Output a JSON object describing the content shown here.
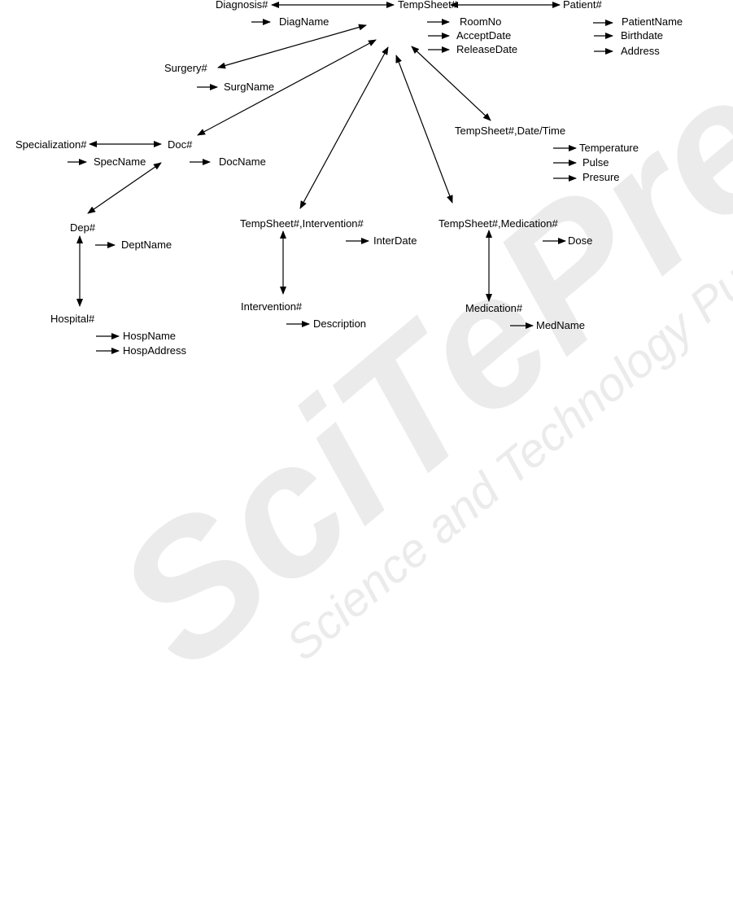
{
  "watermark": {
    "brand": "SciTePress",
    "subtitle": "Science and Technology Publications"
  },
  "entities": {
    "diagnosis": "Diagnosis#",
    "tempsheet": "TempSheet#",
    "patient": "Patient#",
    "surgery": "Surgery#",
    "specialization": "Specialization#",
    "doc": "Doc#",
    "dep": "Dep#",
    "hospital": "Hospital#",
    "tempsheet_datetime": "TempSheet#,Date/Time",
    "tempsheet_intervention": "TempSheet#,Intervention#",
    "tempsheet_medication": "TempSheet#,Medication#",
    "intervention": "Intervention#",
    "medication": "Medication#"
  },
  "attributes": {
    "diagname": "DiagName",
    "roomno": "RoomNo",
    "acceptdate": "AcceptDate",
    "releasedate": "ReleaseDate",
    "patientname": "PatientName",
    "birthdate": "Birthdate",
    "address": "Address",
    "surgname": "SurgName",
    "specname": "SpecName",
    "docname": "DocName",
    "deptname": "DeptName",
    "hospname": "HospName",
    "hospaddress": "HospAddress",
    "temperature": "Temperature",
    "pulse": "Pulse",
    "presure": "Presure",
    "interdate": "InterDate",
    "description": "Description",
    "dose": "Dose",
    "medname": "MedName"
  }
}
